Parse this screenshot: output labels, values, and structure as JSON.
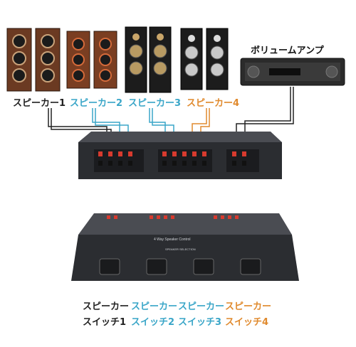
{
  "labels": {
    "amp_label": "ボリュームアンプ",
    "speaker1": "スピーカー1",
    "speaker2": "スピーカー2",
    "speaker3": "スピーカー3",
    "speaker4": "スピーカー4"
  },
  "device_text": {
    "top_title": "",
    "bottom_title": "4 Way Speaker Control",
    "bottom_sub": "SPEAKER SELECTION"
  },
  "switch_labels": [
    {
      "line1": "スピーカー",
      "line2": "スイッチ1"
    },
    {
      "line1": "スピーカー",
      "line2": "スイッチ2"
    },
    {
      "line1": "スピーカー",
      "line2": "スイッチ3"
    },
    {
      "line1": "スピーカー",
      "line2": "スイッチ4"
    }
  ],
  "colors": {
    "speaker1": "#222222",
    "speaker2": "#3aa6c8",
    "speaker3": "#3aa6c8",
    "speaker4": "#e08a2e",
    "device": "#2b2d31",
    "terminal_red": "#d83a2e"
  }
}
